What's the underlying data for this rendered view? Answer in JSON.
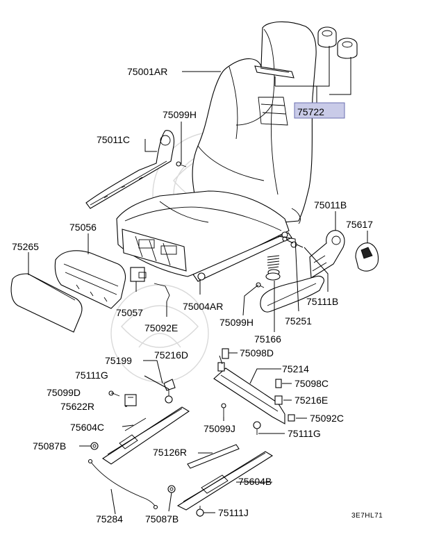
{
  "labels": {
    "l75001AR": "75001AR",
    "l75722": "75722",
    "l75099H_top": "75099H",
    "l75011C": "75011C",
    "l75011B": "75011B",
    "l75617": "75617",
    "l75056": "75056",
    "l75265": "75265",
    "l75111B": "75111B",
    "l75057": "75057",
    "l75004AR": "75004AR",
    "l75251": "75251",
    "l75092E": "75092E",
    "l75099H_mid": "75099H",
    "l75166": "75166",
    "l75199": "75199",
    "l75216D": "75216D",
    "l75098D": "75098D",
    "l75214": "75214",
    "l75111G_left": "75111G",
    "l75098C": "75098C",
    "l75099D": "75099D",
    "l75216E": "75216E",
    "l75622R": "75622R",
    "l75092C": "75092C",
    "l75604C": "75604C",
    "l75099J": "75099J",
    "l75111G_right": "75111G",
    "l75087B_left": "75087B",
    "l75126R": "75126R",
    "l75604B": "75604B",
    "l75284": "75284",
    "l75087B_bottom": "75087B",
    "l75111J": "75111J"
  },
  "diagram_code": "3E7HL71",
  "highlight_color": "#c9cbe8"
}
